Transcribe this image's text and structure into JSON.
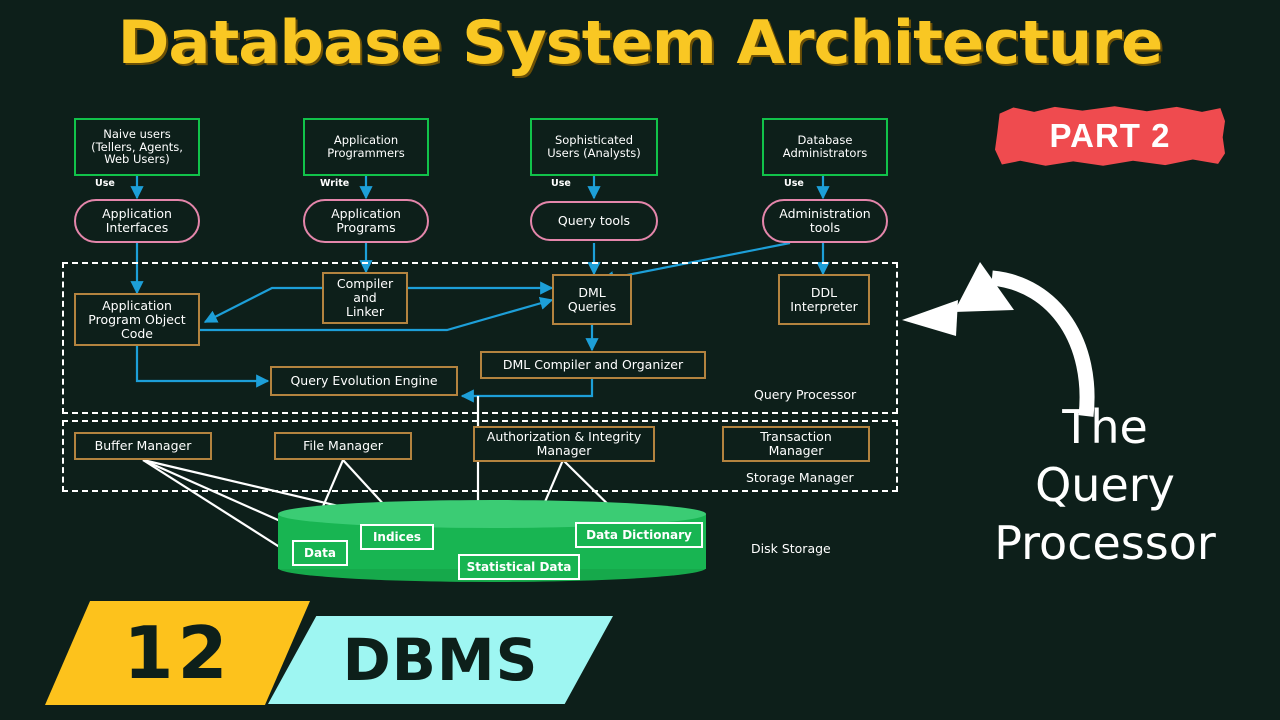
{
  "title": "Database System Architecture",
  "part_badge": {
    "label": "PART 2",
    "color": "#ef4b4f"
  },
  "annotation": {
    "line1": "The",
    "line2": "Query",
    "line3": "Processor"
  },
  "colors": {
    "background": "#0d1f1a",
    "title_yellow": "#f9c723",
    "user_box_green": "#11c24a",
    "interface_pink": "#e486ab",
    "module_tan": "#b3833f",
    "arrow_blue": "#1d9fd8",
    "disk_green": "#18b552",
    "banner_yellow": "#fdc21c",
    "banner_cyan": "#9ef6f2",
    "white": "#ffffff"
  },
  "diagram": {
    "users": [
      {
        "label": "Naive users\n(Tellers, Agents,\nWeb Users)",
        "verb": "Use",
        "tool": "Application\nInterfaces"
      },
      {
        "label": "Application\nProgrammers",
        "verb": "Write",
        "tool": "Application\nPrograms"
      },
      {
        "label": "Sophisticated\nUsers (Analysts)",
        "verb": "Use",
        "tool": "Query tools"
      },
      {
        "label": "Database\nAdministrators",
        "verb": "Use",
        "tool": "Administration\ntools"
      }
    ],
    "query_processor": {
      "region_label": "Query Processor",
      "modules": [
        "Application\nProgram Object\nCode",
        "Compiler\nand\nLinker",
        "DML\nQueries",
        "DDL\nInterpreter",
        "DML Compiler and Organizer",
        "Query Evolution Engine"
      ]
    },
    "storage_manager": {
      "region_label": "Storage Manager",
      "modules": [
        "Buffer Manager",
        "File Manager",
        "Authorization & Integrity\nManager",
        "Transaction\nManager"
      ]
    },
    "disk": {
      "caption": "Disk Storage",
      "items": [
        "Data",
        "Indices",
        "Statistical Data",
        "Data Dictionary"
      ]
    }
  },
  "banner": {
    "number": "12",
    "subject": "DBMS"
  }
}
